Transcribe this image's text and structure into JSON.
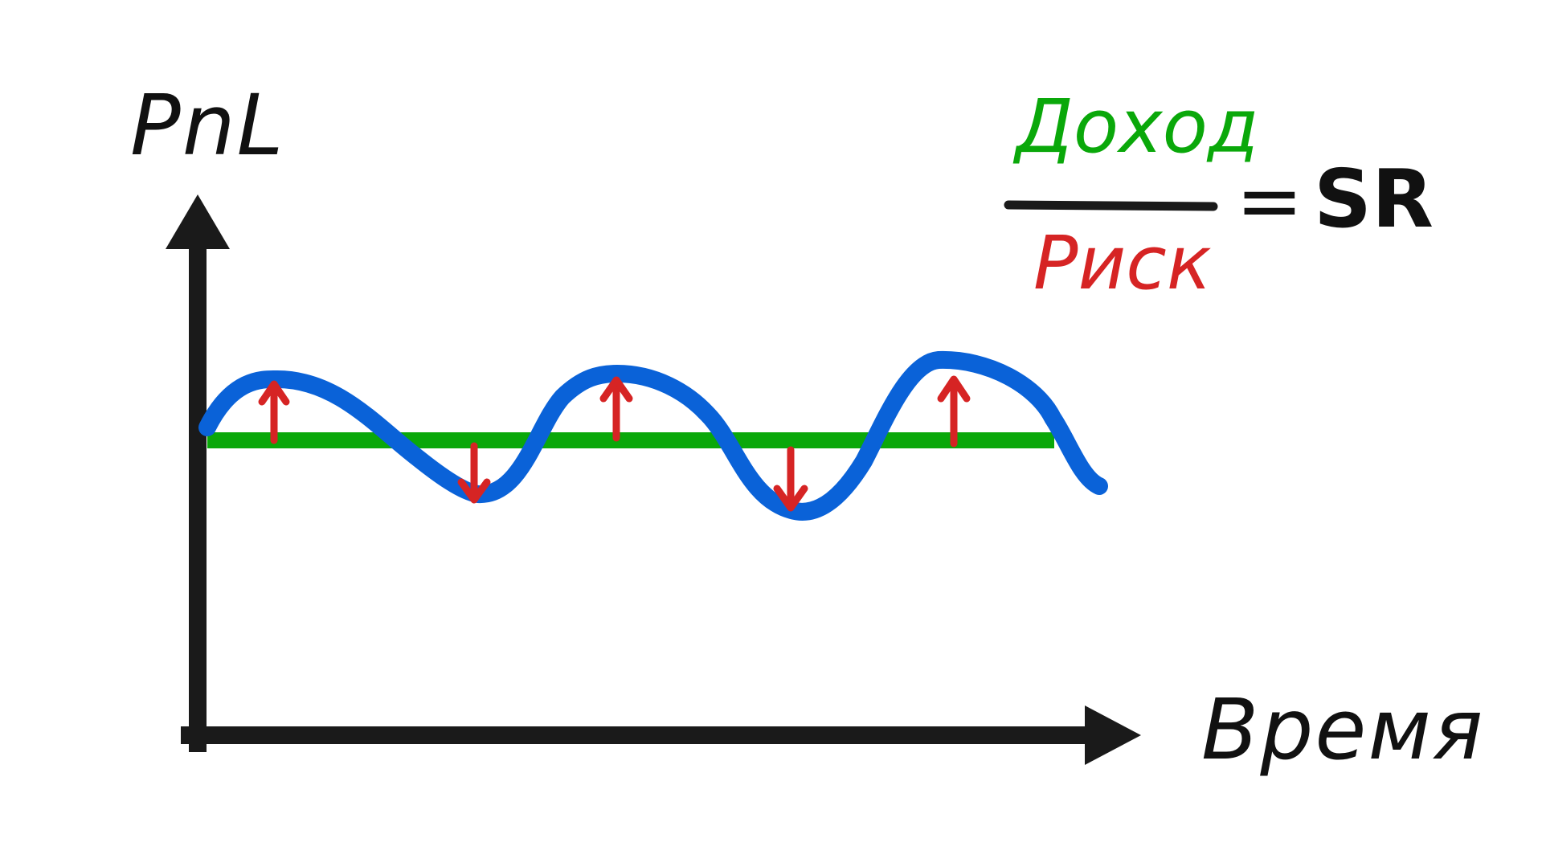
{
  "diagram": {
    "y_axis_label": "PnL",
    "x_axis_label": "Время",
    "formula": {
      "numerator": "Доход",
      "denominator": "Риск",
      "equals": "=",
      "result": "SR"
    },
    "colors": {
      "axes": "#1a1a1a",
      "pnl_curve": "#0a62d8",
      "mean_line": "#0aa80a",
      "deviation_arrows": "#d62424",
      "numerator": "#0aa80a",
      "denominator": "#d62424",
      "text": "#111111"
    },
    "deviations": [
      "up",
      "down",
      "up",
      "down",
      "up"
    ]
  }
}
